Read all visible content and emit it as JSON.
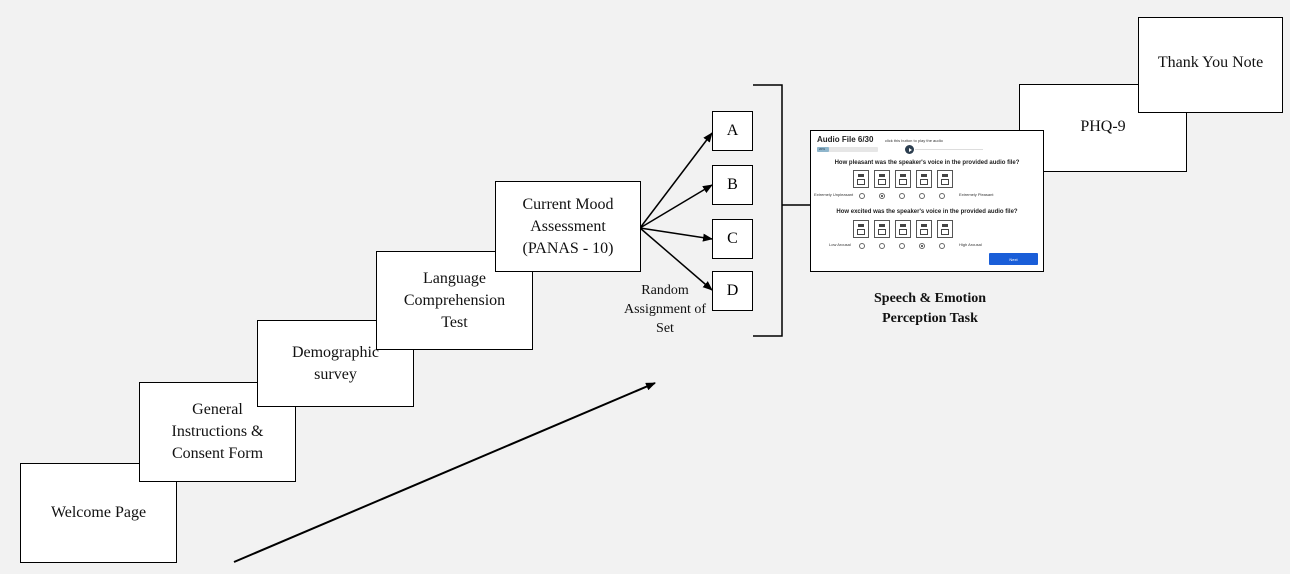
{
  "steps": [
    {
      "id": "welcome",
      "lines": [
        "Welcome Page"
      ]
    },
    {
      "id": "consent",
      "lines": [
        "General",
        "Instructions &",
        "Consent Form"
      ]
    },
    {
      "id": "demographic",
      "lines": [
        "Demographic",
        "survey"
      ]
    },
    {
      "id": "language",
      "lines": [
        "Language",
        "Comprehension",
        "Test"
      ]
    },
    {
      "id": "mood",
      "lines": [
        "Current Mood",
        "Assessment",
        "(PANAS - 10)"
      ]
    },
    {
      "id": "phq",
      "lines": [
        "PHQ-9"
      ]
    },
    {
      "id": "thanks",
      "lines": [
        "Thank You Note"
      ]
    }
  ],
  "sets": [
    "A",
    "B",
    "C",
    "D"
  ],
  "random_assignment_lines": [
    "Random",
    "Assignment of",
    "Set"
  ],
  "task_caption_lines": [
    "Speech & Emotion",
    "Perception Task"
  ],
  "task_screen": {
    "header": "Audio File 6/30",
    "play_hint": "click this button to play the audio",
    "progress_label": "20%",
    "progress_fraction": 0.2,
    "question1": "How pleasant was the speaker's voice in the provided audio file?",
    "q1_low": "Extremely Unpleasant",
    "q1_high": "Extremely Pleasant",
    "q1_selected": 2,
    "question2": "How excited was the speaker's voice in the provided audio file?",
    "q2_low": "Low Arousal",
    "q2_high": "High Arousal",
    "q2_selected": 4,
    "next_label": "Next"
  },
  "colors": {
    "next_button": "#1a5ed8",
    "progress": "#8fb6cc"
  }
}
